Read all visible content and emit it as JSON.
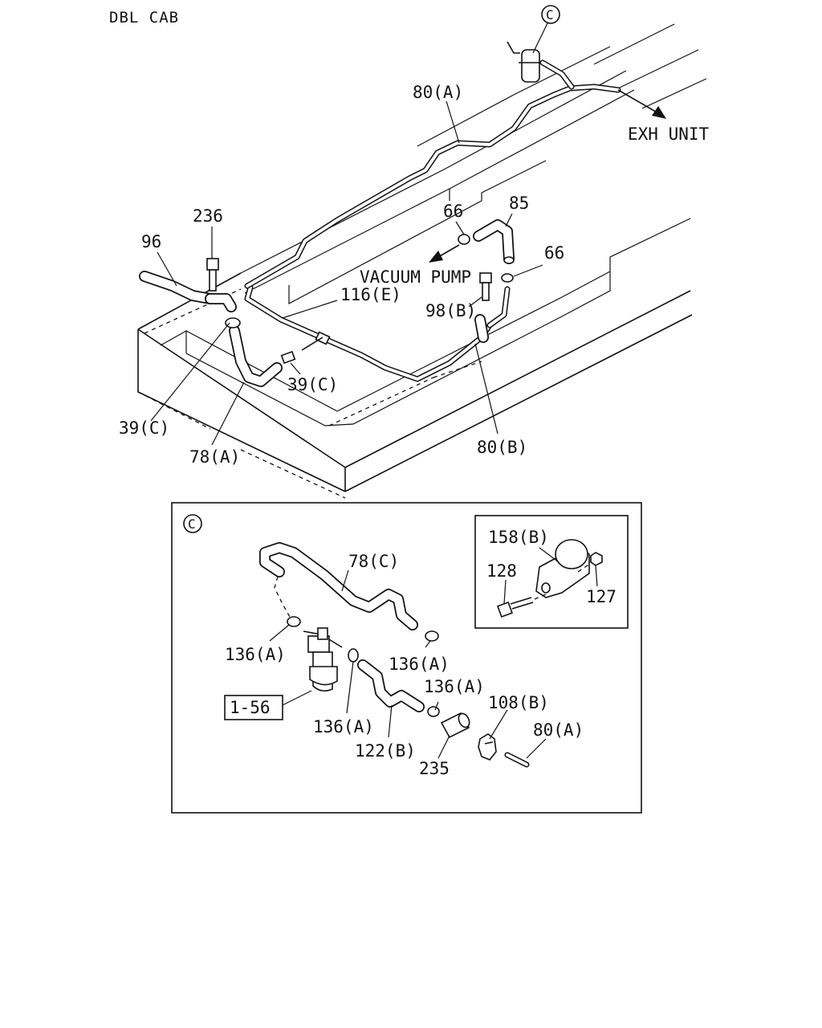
{
  "header": {
    "title": "DBL CAB"
  },
  "detail_marker": "C",
  "notes": {
    "exh_unit": "EXH UNIT",
    "vacuum_pump": "VACUUM PUMP"
  },
  "labels": {
    "p80a_top": "80(A)",
    "p236": "236",
    "p96": "96",
    "p66_left": "66",
    "p85": "85",
    "p66_right": "66",
    "p116e": "116(E)",
    "p98b": "98(B)",
    "p39c_right": "39(C)",
    "p39c_left": "39(C)",
    "p78a": "78(A)",
    "p80b": "80(B)"
  },
  "detail_c": {
    "marker": "C",
    "labels": {
      "p78c": "78(C)",
      "p136a_1": "136(A)",
      "p136a_2": "136(A)",
      "p136a_3": "136(A)",
      "p136a_4": "136(A)",
      "p1_56": "1-56",
      "p122b": "122(B)",
      "p235": "235",
      "p108b": "108(B)",
      "p80a": "80(A)"
    },
    "inset": {
      "p158b": "158(B)",
      "p128": "128",
      "p127": "127"
    }
  }
}
